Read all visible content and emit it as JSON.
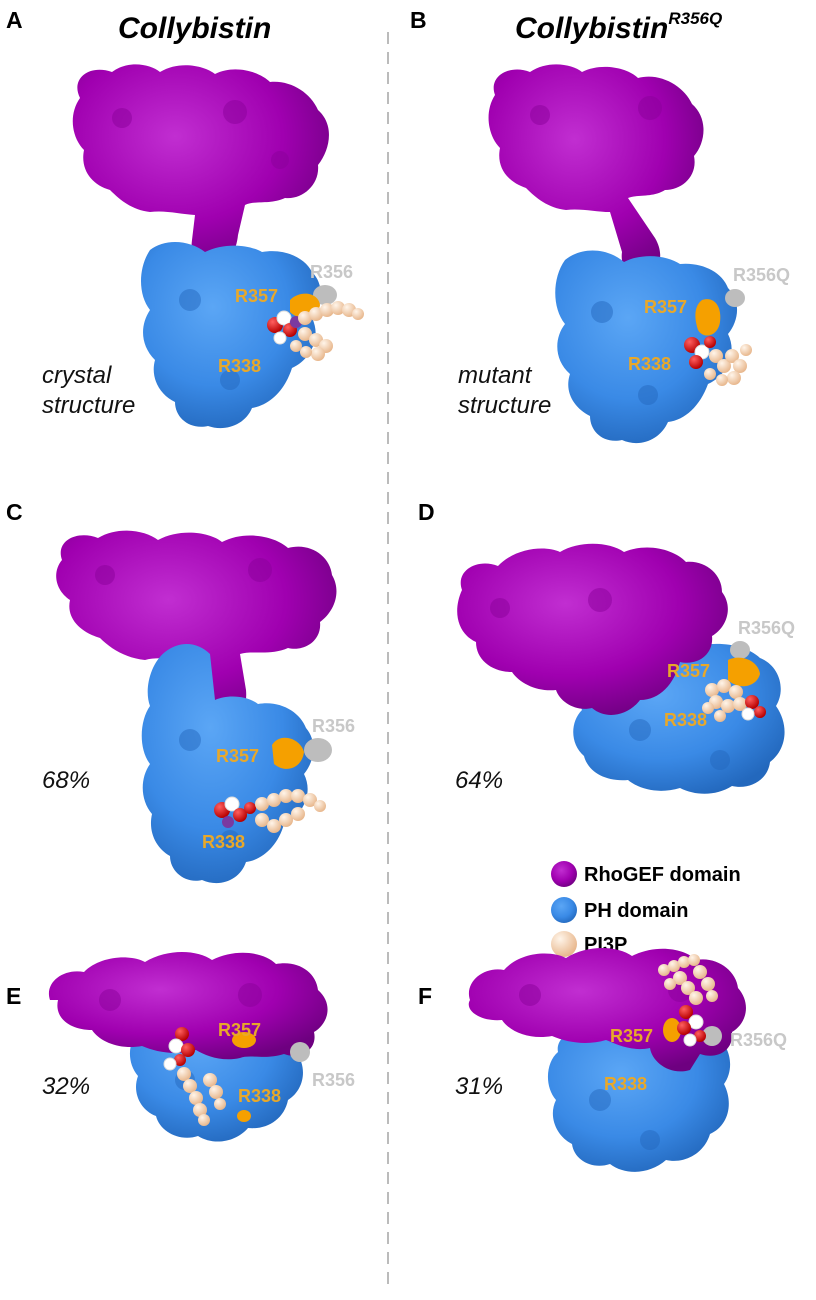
{
  "figure": {
    "columns": [
      {
        "title": "Collybistin",
        "superscript": ""
      },
      {
        "title": "Collybistin",
        "superscript": "R356Q"
      }
    ],
    "panels": [
      {
        "letter": "A",
        "note_lines": [
          "crystal",
          "structure"
        ],
        "labels": {
          "mut": "R356",
          "r357": "R357",
          "r338": "R338"
        }
      },
      {
        "letter": "B",
        "note_lines": [
          "mutant",
          "structure"
        ],
        "labels": {
          "mut": "R356Q",
          "r357": "R357",
          "r338": "R338"
        }
      },
      {
        "letter": "C",
        "note_lines": [
          "68%"
        ],
        "labels": {
          "mut": "R356",
          "r357": "R357",
          "r338": "R338"
        }
      },
      {
        "letter": "D",
        "note_lines": [
          "64%"
        ],
        "labels": {
          "mut": "R356Q",
          "r357": "R357",
          "r338": "R338"
        }
      },
      {
        "letter": "E",
        "note_lines": [
          "32%"
        ],
        "labels": {
          "mut": "R356",
          "r357": "R357",
          "r338": "R338"
        }
      },
      {
        "letter": "F",
        "note_lines": [
          "31%"
        ],
        "labels": {
          "mut": "R356Q",
          "r357": "R357",
          "r338": "R338"
        }
      }
    ],
    "legend": [
      {
        "label": "RhoGEF domain",
        "color": "#a000b0"
      },
      {
        "label": "PH domain",
        "color": "#3a8ae6"
      },
      {
        "label": "PI3P",
        "color": "#f6d3b0"
      }
    ],
    "colors": {
      "rhogef": "#a000b0",
      "ph": "#3a8ae6",
      "pi3p": "#f6d3b0",
      "r357_patch": "#f5a000",
      "mutation_patch": "#bdbdbd",
      "label_orange": "#e8a82a",
      "label_gray": "#c8c8c8",
      "divider": "#bbbbbb"
    }
  }
}
